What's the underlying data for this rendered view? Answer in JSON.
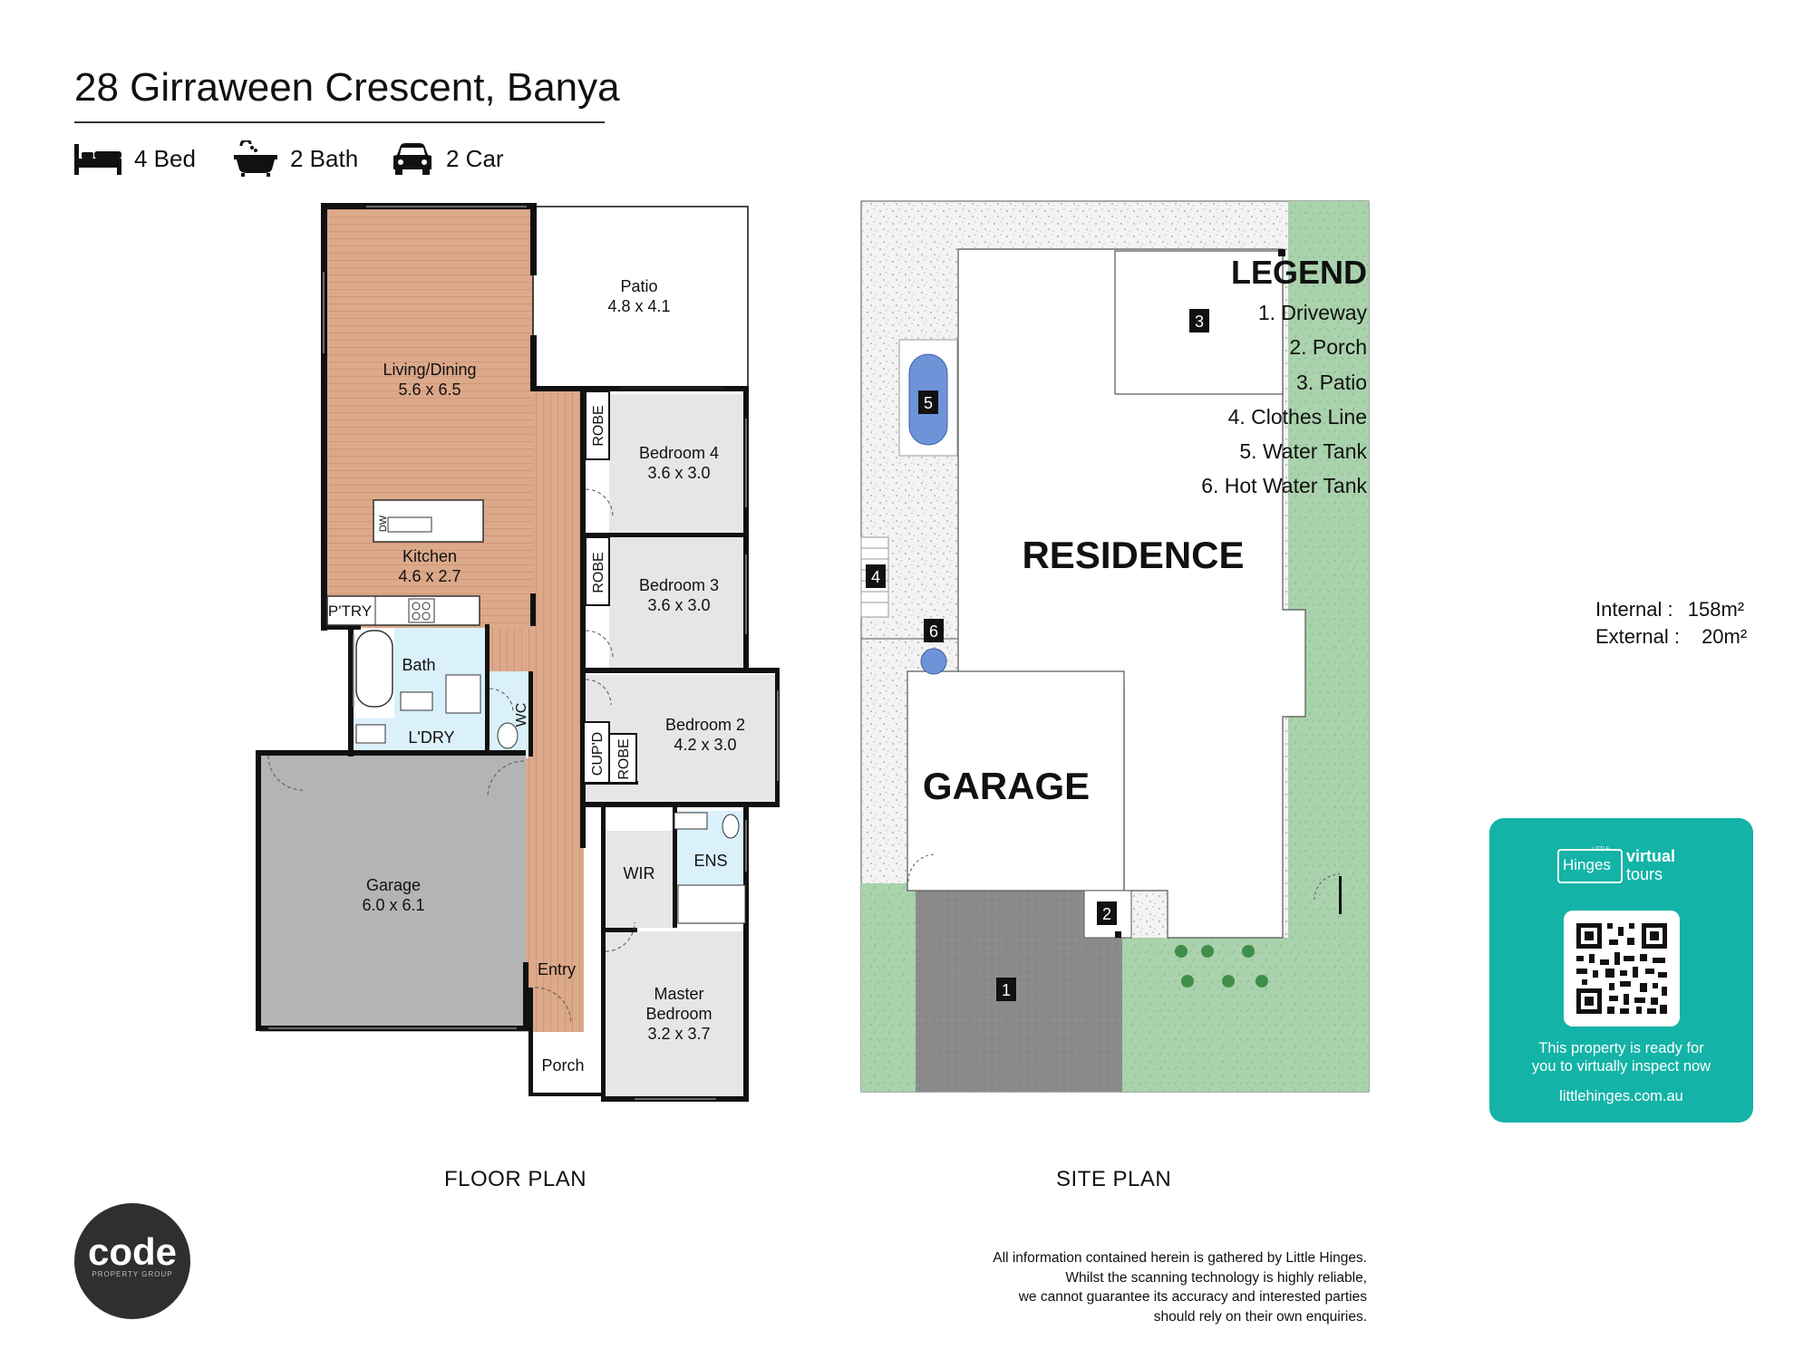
{
  "header": {
    "address": "28 Girraween Crescent, Banya",
    "features": [
      {
        "icon": "bed-icon",
        "label": "4 Bed"
      },
      {
        "icon": "bathtub-icon",
        "label": "2 Bath"
      },
      {
        "icon": "car-icon",
        "label": "2 Car"
      }
    ]
  },
  "floor_plan": {
    "caption": "FLOOR PLAN",
    "rooms": {
      "living": {
        "name": "Living/Dining",
        "dims": "5.6 x 6.5"
      },
      "patio": {
        "name": "Patio",
        "dims": "4.8 x 4.1"
      },
      "kitchen": {
        "name": "Kitchen",
        "dims": "4.6 x 2.7"
      },
      "pantry": {
        "name": "P'TRY"
      },
      "bed4": {
        "name": "Bedroom 4",
        "dims": "3.6 x 3.0"
      },
      "bed3": {
        "name": "Bedroom 3",
        "dims": "3.6 x 3.0"
      },
      "bed2": {
        "name": "Bedroom 2",
        "dims": "4.2 x 3.0"
      },
      "robe": "ROBE",
      "cupboard": "CUP'D",
      "bath": {
        "name": "Bath"
      },
      "wc": {
        "name": "WC"
      },
      "laundry": {
        "name": "L'DRY"
      },
      "garage": {
        "name": "Garage",
        "dims": "6.0 x 6.1"
      },
      "wir": {
        "name": "WIR"
      },
      "ens": {
        "name": "ENS"
      },
      "master": {
        "name": "Master",
        "name2": "Bedroom",
        "dims": "3.2 x 3.7"
      },
      "entry": {
        "name": "Entry"
      },
      "porch": {
        "name": "Porch"
      },
      "dw": "DW"
    }
  },
  "site_plan": {
    "caption": "SITE PLAN",
    "residence": "RESIDENCE",
    "garage": "GARAGE",
    "markers": [
      "1",
      "2",
      "3",
      "4",
      "5",
      "6"
    ]
  },
  "legend": {
    "title": "LEGEND",
    "items": [
      "1. Driveway",
      "2. Porch",
      "3. Patio",
      "4. Clothes Line",
      "5. Water Tank",
      "6. Hot Water Tank"
    ]
  },
  "areas": {
    "internal_label": "Internal  :",
    "internal_value": "158m²",
    "external_label": "External :",
    "external_value": "20m²"
  },
  "promo": {
    "brand_little": "LITTLE",
    "brand_hinges": "Hinges",
    "brand_virtual": "virtual",
    "brand_tours": "tours",
    "line1": "This property is ready for",
    "line2": "you to virtually inspect now",
    "url": "littlehinges.com.au"
  },
  "disclaimer": [
    "All information contained herein is gathered by Little Hinges.",
    "Whilst the scanning technology is highly reliable,",
    "we cannot guarantee its accuracy and interested parties",
    "should rely on their own enquiries."
  ],
  "agency_logo": {
    "word": "code",
    "sub": "PROPERTY GROUP"
  },
  "colors": {
    "timber": "#dca98a",
    "tile": "#daf0fb",
    "carpet": "#e6e6e6",
    "garage_floor": "#b4b4b4",
    "lawn": "#a9d2ad",
    "driveway": "#8b8b8b",
    "water_tank": "#6f93d8",
    "promo_teal": "#14b3a7"
  }
}
